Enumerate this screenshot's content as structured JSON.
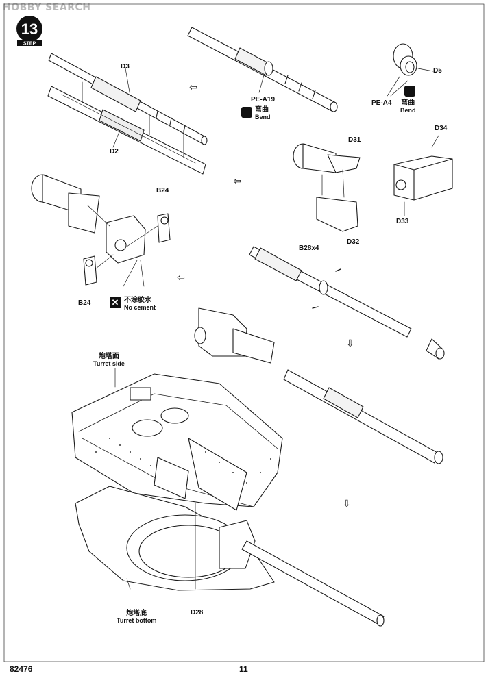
{
  "watermark": "HOBBY SEARCH",
  "step": {
    "number": "13",
    "label": "STEP"
  },
  "footer": {
    "code": "82476",
    "page": "11"
  },
  "labels": {
    "d3": "D3",
    "d2": "D2",
    "pea19": "PE-A19",
    "bend_cn": "弯曲",
    "bend_en": "Bend",
    "d5": "D5",
    "pea4": "PE-A4",
    "d31": "D31",
    "d34": "D34",
    "d32": "D32",
    "d33": "D33",
    "b24_top": "B24",
    "b24_bottom": "B24",
    "no_cement_cn": "不涂胶水",
    "no_cement_en": "No cement",
    "b28x4": "B28x4",
    "turret_side_cn": "炮塔面",
    "turret_side_en": "Turret side",
    "turret_bottom_cn": "炮塔底",
    "turret_bottom_en": "Turret bottom",
    "d28": "D28"
  },
  "icons": [
    "bend-icon",
    "no-cement-icon",
    "direction-arrow-icon"
  ]
}
